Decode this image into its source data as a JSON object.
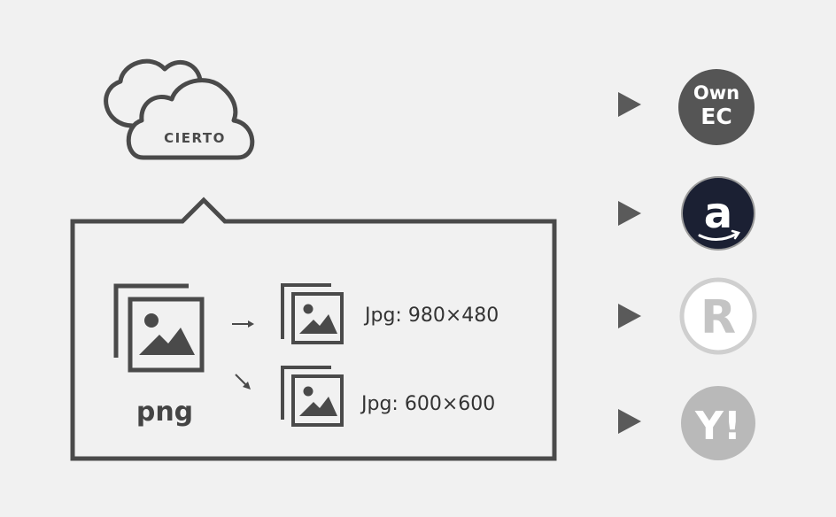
{
  "cloud": {
    "label": "CIERTO",
    "icon": "cloud-icon"
  },
  "source": {
    "format": "png",
    "icon": "image-stack-icon"
  },
  "outputs": [
    {
      "label": "Jpg: 980×480",
      "icon": "image-stack-icon"
    },
    {
      "label": "Jpg: 600×600",
      "icon": "image-stack-icon"
    }
  ],
  "channels": [
    {
      "label_line1": "Own",
      "label_line2": "EC",
      "color": "#555555",
      "icon": "own-ec-icon"
    },
    {
      "glyph": "a",
      "color": "#1b2033",
      "icon": "amazon-logo-icon"
    },
    {
      "glyph": "R",
      "color": "#ffffff",
      "icon": "rakuten-logo-icon"
    },
    {
      "glyph": "Y!",
      "color": "#b9b9b9",
      "icon": "yahoo-logo-icon"
    }
  ],
  "colors": {
    "background": "#f1f1f1",
    "stroke": "#4a4a4a",
    "arrow": "#5a5a5a"
  }
}
